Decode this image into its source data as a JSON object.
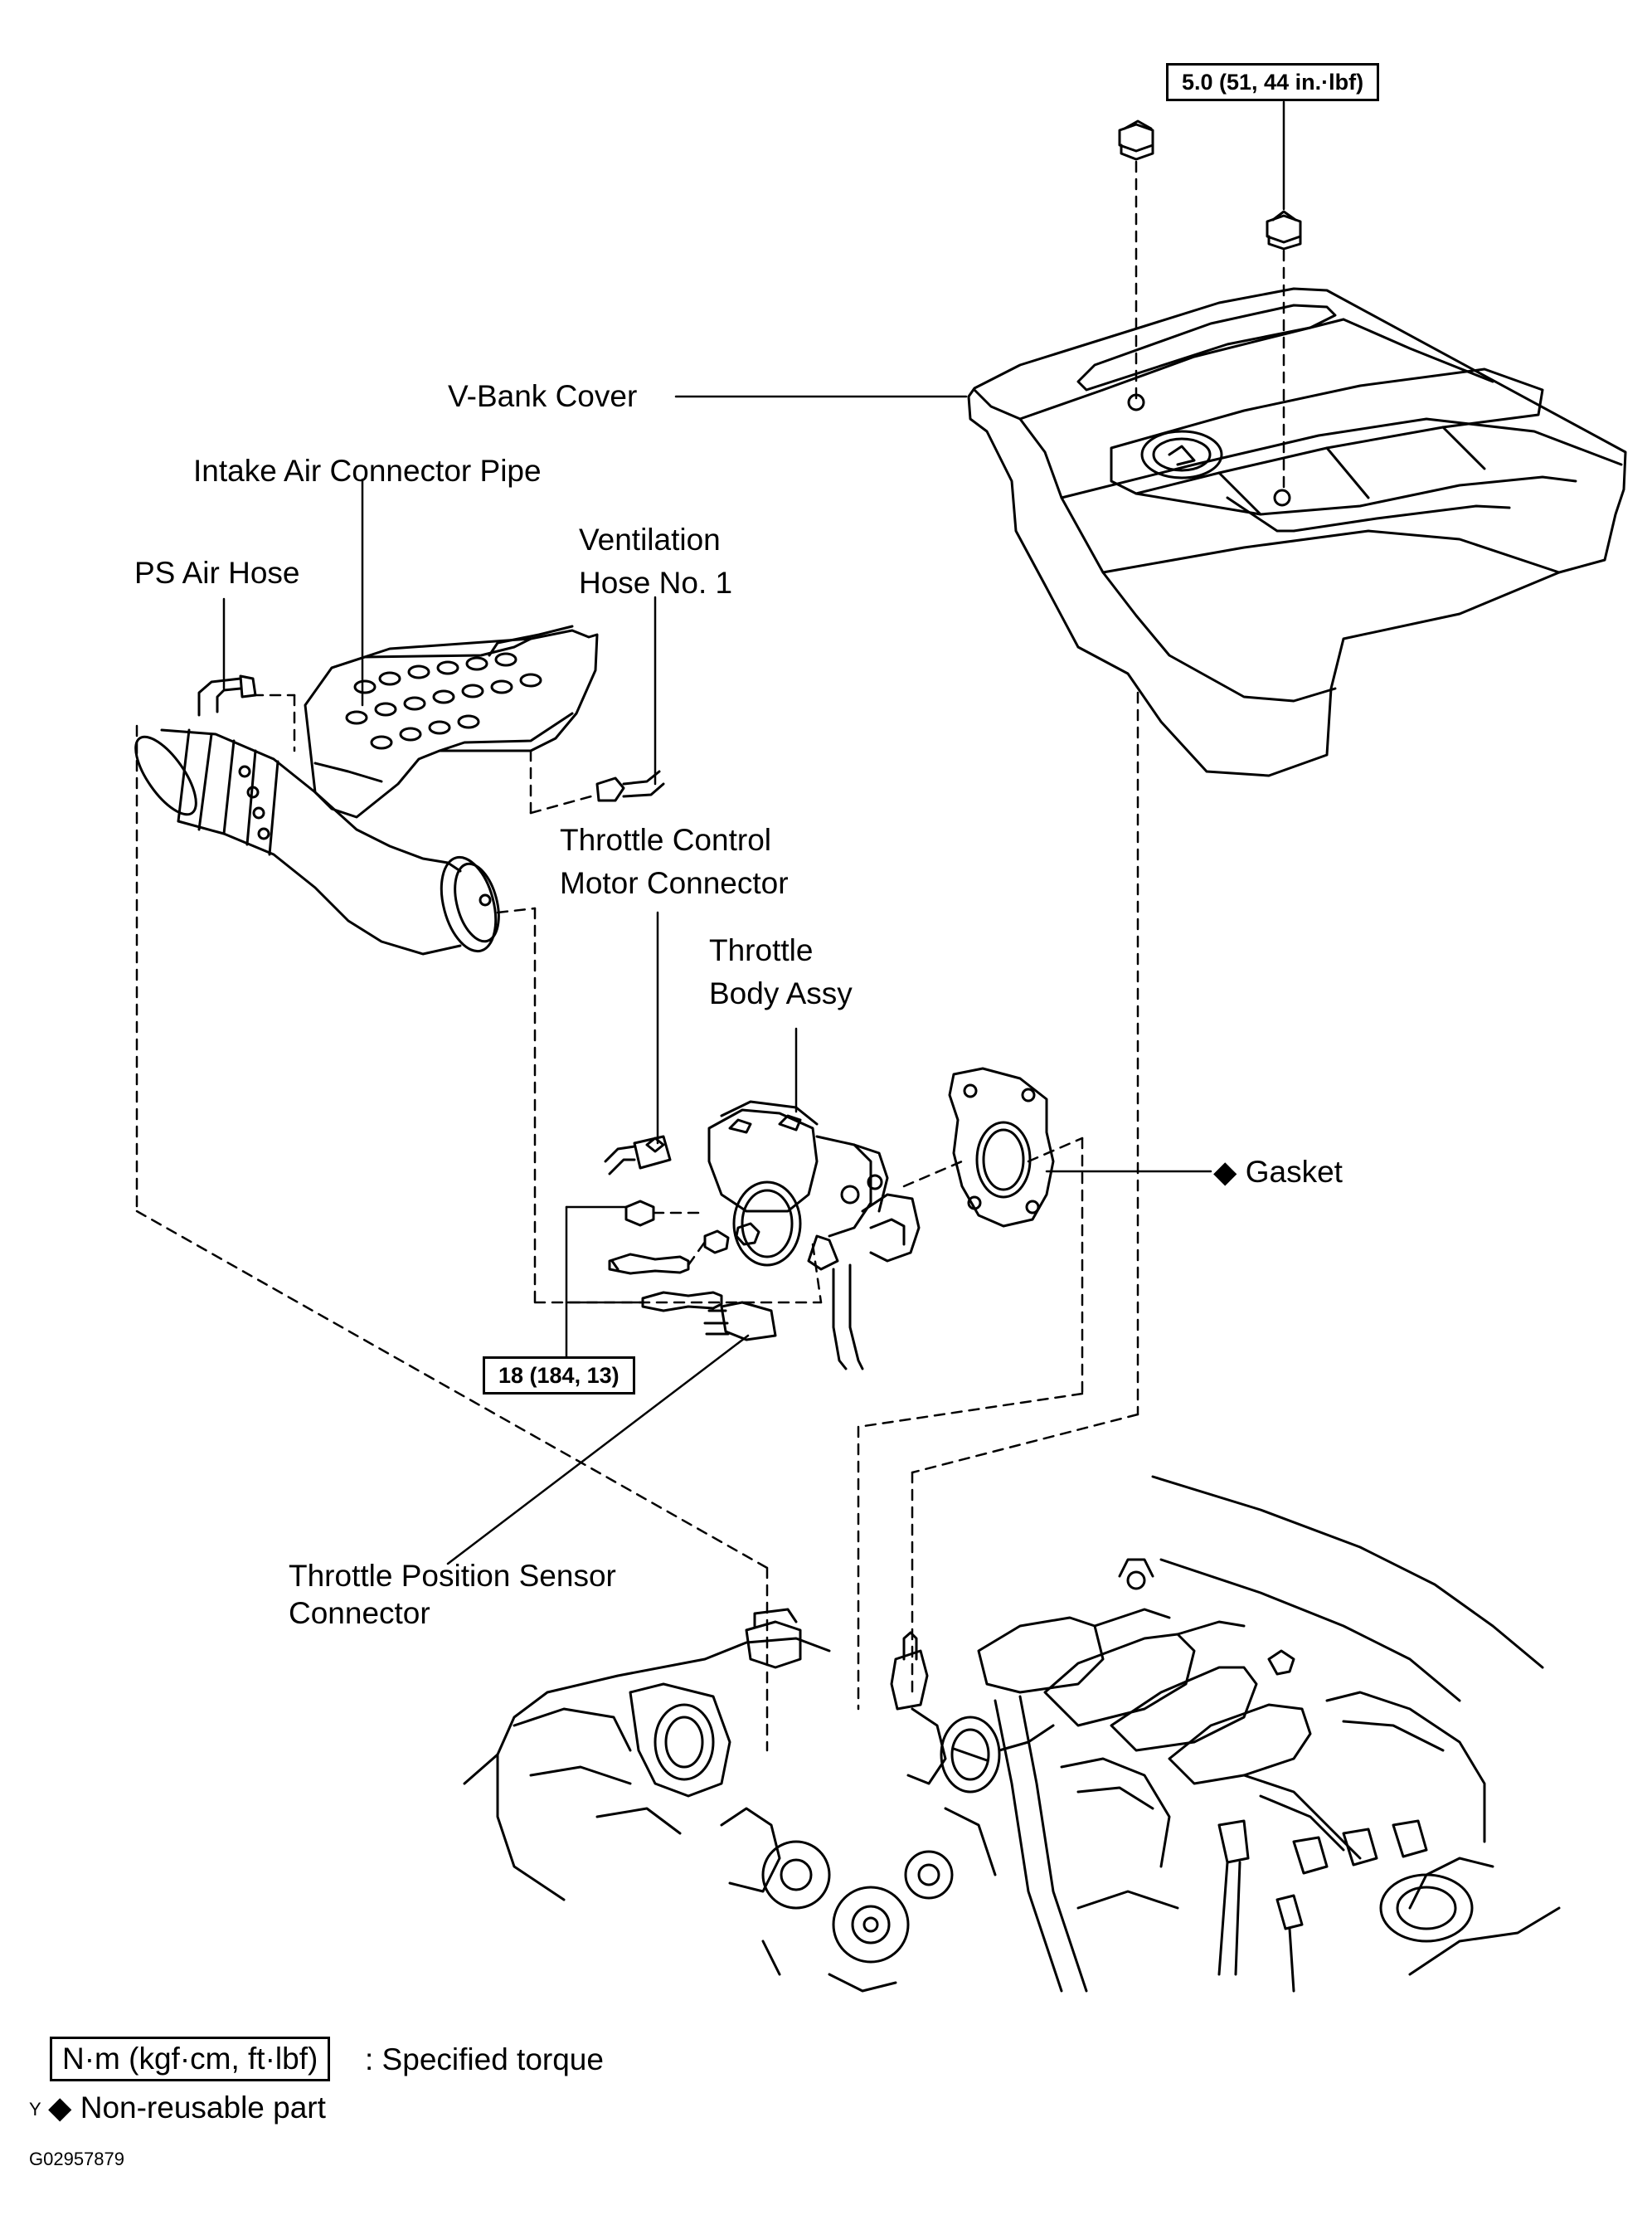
{
  "labels": {
    "torque_top": "5.0 (51, 44 in.·lbf)",
    "v_bank_cover": "V-Bank  Cover",
    "intake_air_connector_pipe": "Intake Air Connector Pipe",
    "ventilation_hose_line1": "Ventilation",
    "ventilation_hose_line2": "Hose No. 1",
    "ps_air_hose": "PS Air Hose",
    "throttle_control_line1": "Throttle Control",
    "throttle_control_line2": "Motor Connector",
    "throttle_body_line1": "Throttle",
    "throttle_body_line2": "Body Assy",
    "gasket": "◆ Gasket",
    "torque_bottom": "18 (184, 13)",
    "tps_connector_line1": "Throttle Position Sensor",
    "tps_connector_line2": "Connector"
  },
  "legend": {
    "torque_unit": "N·m (kgf·cm, ft·lbf)",
    "torque_desc": ": Specified torque",
    "nonreusable_prefix": "Y",
    "nonreusable_desc": "◆ Non-reusable part"
  },
  "figure_id": "G02957879"
}
